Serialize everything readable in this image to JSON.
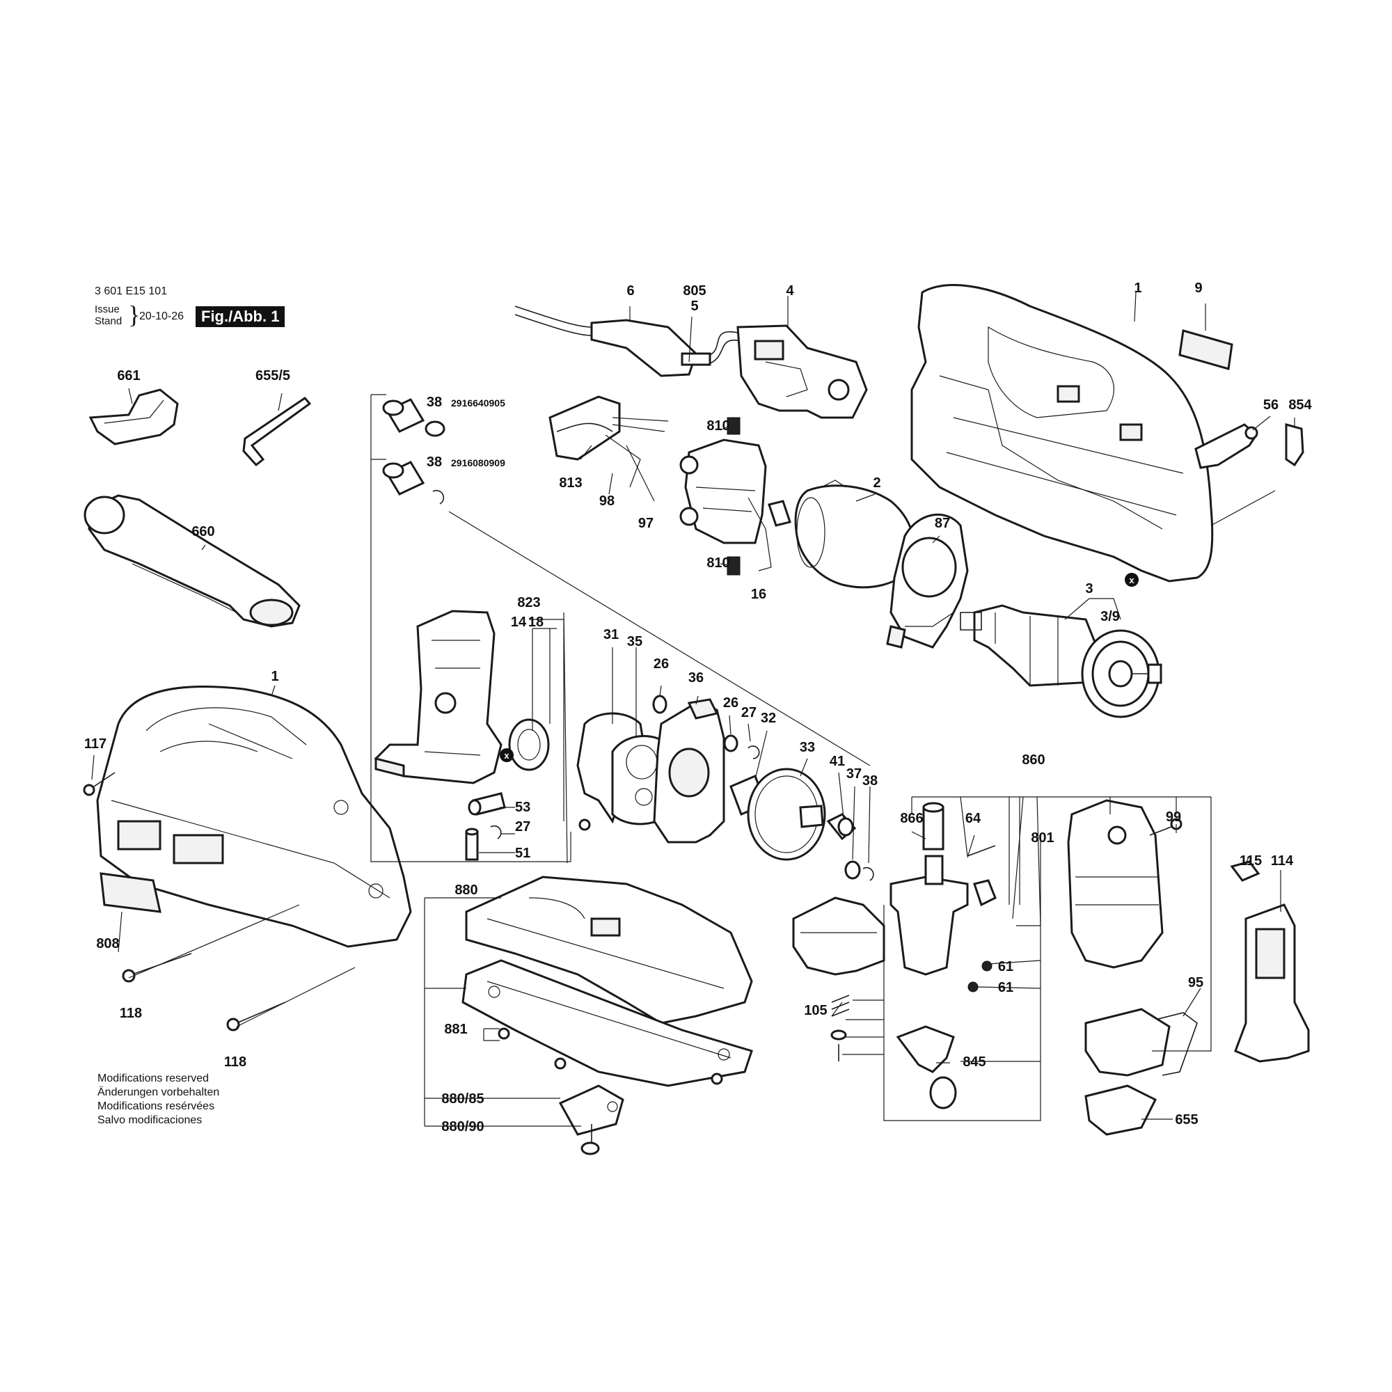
{
  "header": {
    "doc_number": "3 601 E15 101",
    "issue_label_en": "Issue",
    "issue_label_de": "Stand",
    "issue_date": "20-10-26",
    "figure_label": "Fig./Abb. 1"
  },
  "notes": [
    "Modifications reserved",
    "Änderungen vorbehalten",
    "Modifications resérvées",
    "Salvo modificaciones"
  ],
  "marker_symbol": "x",
  "part_numbers": {
    "p38a": "2916640905",
    "p38b": "2916080909"
  },
  "parts": {
    "p6": "6",
    "p805": "805",
    "p5": "5",
    "p4": "4",
    "p1_top": "1",
    "p9": "9",
    "p661": "661",
    "p655_5": "655/5",
    "p38_1": "38",
    "p38_2": "38",
    "p810_1": "810",
    "p813": "813",
    "p98": "98",
    "p97": "97",
    "p56": "56",
    "p854": "854",
    "p2": "2",
    "p87": "87",
    "p810_2": "810",
    "p16": "16",
    "p660": "660",
    "p823": "823",
    "p14": "14",
    "p18": "18",
    "p3": "3",
    "p3_9": "3/9",
    "p31": "31",
    "p35": "35",
    "p26_1": "26",
    "p36": "36",
    "p26_2": "26",
    "p27_1": "27",
    "p32": "32",
    "p1_left": "1",
    "p117": "117",
    "p33": "33",
    "p41": "41",
    "p37": "37",
    "p38_3": "38",
    "p860": "860",
    "p53": "53",
    "p27_2": "27",
    "p866": "866",
    "p64": "64",
    "p99": "99",
    "p801": "801",
    "p51": "51",
    "p115": "115",
    "p114": "114",
    "p880": "880",
    "p808": "808",
    "p61_1": "61",
    "p95": "95",
    "p61_2": "61",
    "p118_1": "118",
    "p105": "105",
    "p881": "881",
    "p845": "845",
    "p118_2": "118",
    "p880_85": "880/85",
    "p655": "655",
    "p880_90": "880/90"
  }
}
